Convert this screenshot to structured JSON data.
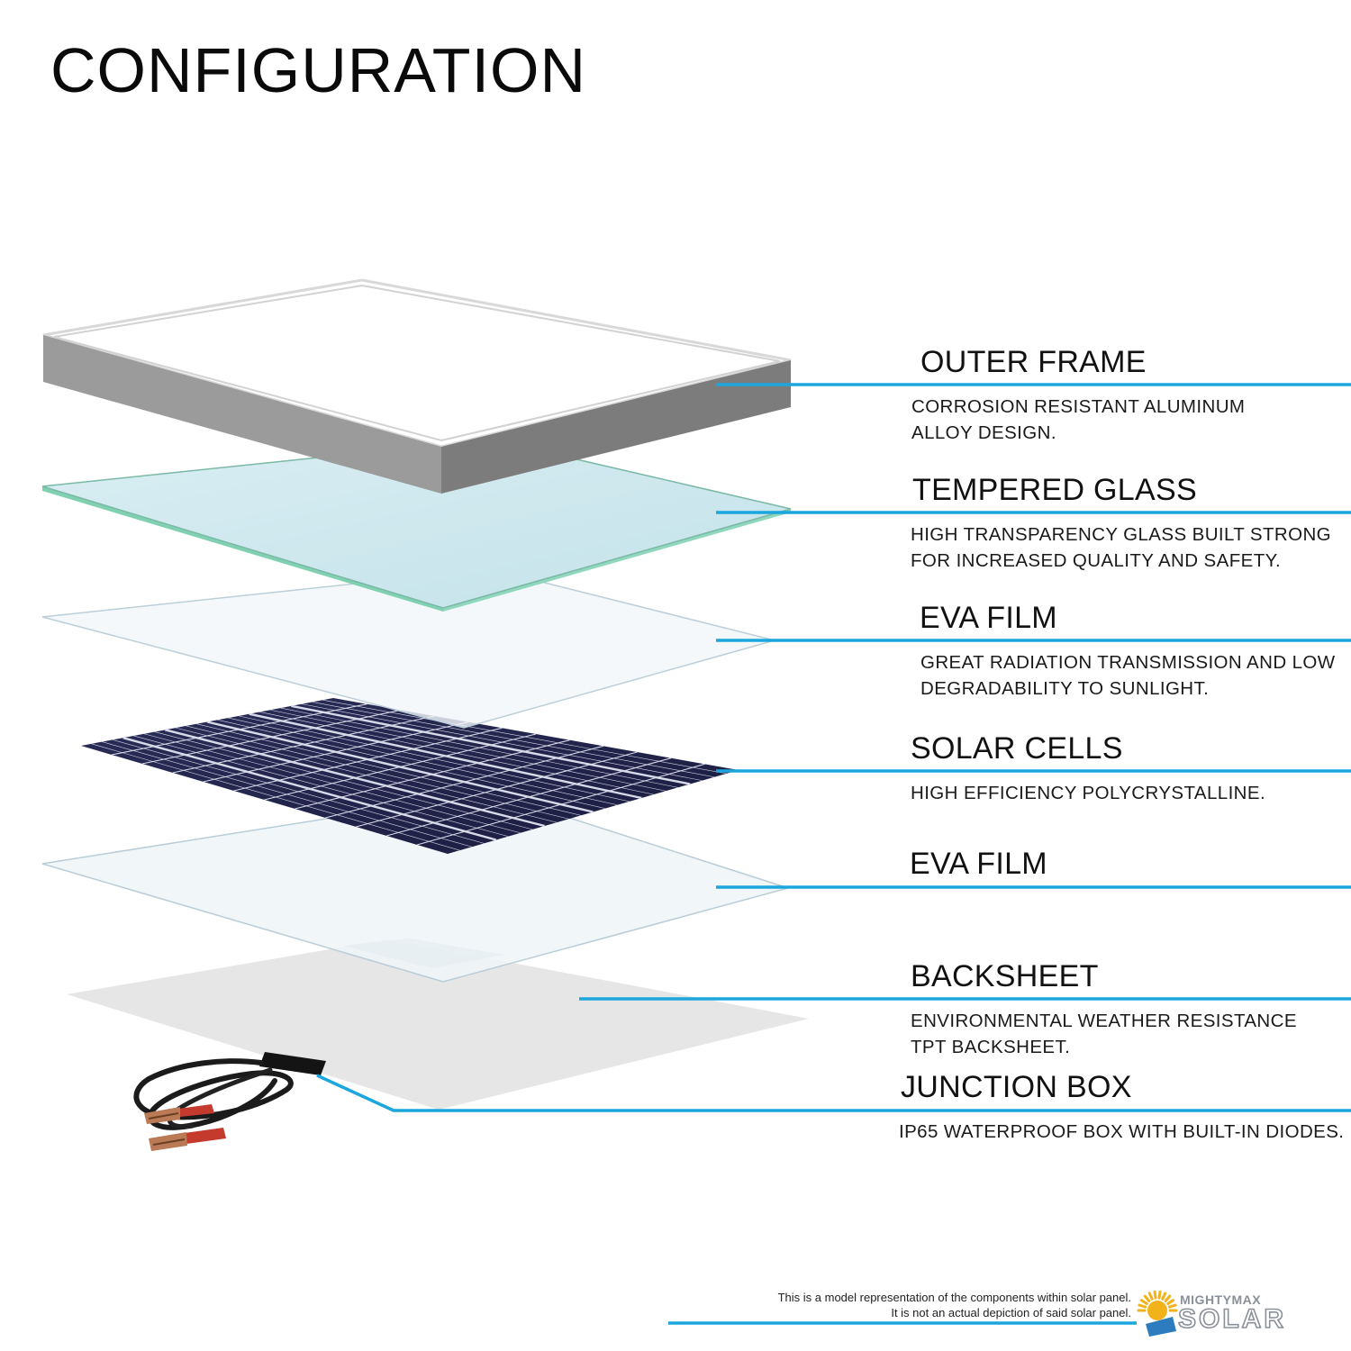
{
  "title": "CONFIGURATION",
  "accent_color": "#1ba7dd",
  "layers": [
    {
      "name": "OUTER FRAME",
      "description": [
        "CORROSION RESISTANT ALUMINUM",
        "ALLOY DESIGN."
      ]
    },
    {
      "name": "TEMPERED GLASS",
      "description": [
        "HIGH TRANSPARENCY GLASS BUILT STRONG",
        "FOR INCREASED QUALITY AND SAFETY."
      ]
    },
    {
      "name": "EVA FILM",
      "description": [
        "GREAT RADIATION  TRANSMISSION AND LOW",
        "DEGRADABILITY TO SUNLIGHT."
      ]
    },
    {
      "name": "SOLAR CELLS",
      "description": [
        "HIGH EFFICIENCY POLYCRYSTALLINE."
      ]
    },
    {
      "name": "EVA FILM",
      "description": []
    },
    {
      "name": "BACKSHEET",
      "description": [
        "ENVIRONMENTAL WEATHER RESISTANCE",
        "TPT BACKSHEET."
      ]
    },
    {
      "name": "JUNCTION BOX",
      "description": [
        "IP65 WATERPROOF BOX WITH BUILT-IN DIODES."
      ]
    }
  ],
  "disclaimer": [
    "This is a model representation of the components within solar panel.",
    "It is not an actual depiction of said solar panel."
  ],
  "brand": {
    "top": "MIGHTYMAX",
    "bottom": "SOLAR"
  }
}
